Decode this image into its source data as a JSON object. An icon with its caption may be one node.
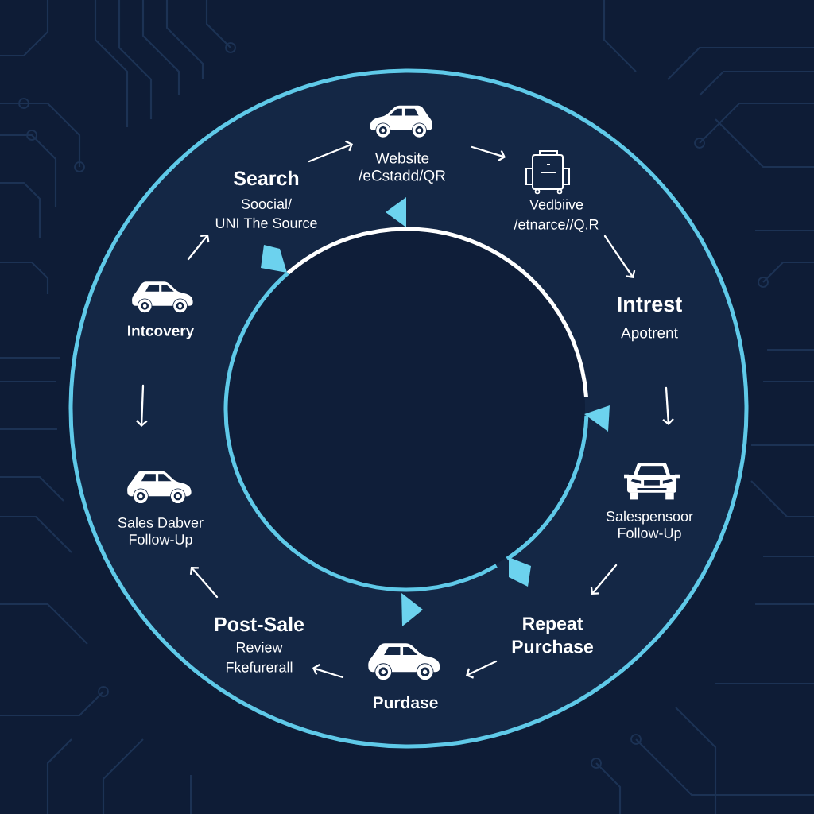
{
  "diagram": {
    "nodes": [
      {
        "text": [
          "Search",
          "Soocial/ UNI The Source"
        ]
      },
      {
        "text": [
          "Website /eCstadd/QR"
        ]
      },
      {
        "text": [
          "Vedbiive /etnarce//Q.R"
        ]
      },
      {
        "text": [
          "Intrest",
          "Apotrent"
        ]
      },
      {
        "text": [
          "Salespensoor Follow-Up"
        ]
      },
      {
        "text": [
          "Repeat Purchase"
        ]
      },
      {
        "text": [
          "Purdase"
        ]
      },
      {
        "text": [
          "Post-Sale",
          "Review Fkefurerall"
        ]
      },
      {
        "text": [
          "Sales Dabver Follow-Up"
        ]
      },
      {
        "text": [
          "Intcovery"
        ]
      }
    ],
    "edges": [
      {
        "from": 9,
        "to": 0,
        "arrow": "to"
      },
      {
        "from": 0,
        "to": 1,
        "arrow": "to"
      },
      {
        "from": 1,
        "to": 2,
        "arrow": "to"
      },
      {
        "from": 2,
        "to": 3,
        "arrow": "to"
      },
      {
        "from": 3,
        "to": 4,
        "arrow": "to"
      },
      {
        "from": 4,
        "to": 5,
        "arrow": "to"
      },
      {
        "from": 5,
        "to": 6,
        "arrow": "to"
      },
      {
        "from": 6,
        "to": 7,
        "arrow": "to"
      },
      {
        "from": 7,
        "to": 8,
        "arrow": "to"
      },
      {
        "from": 9,
        "to": 8,
        "arrow": "to"
      }
    ]
  }
}
